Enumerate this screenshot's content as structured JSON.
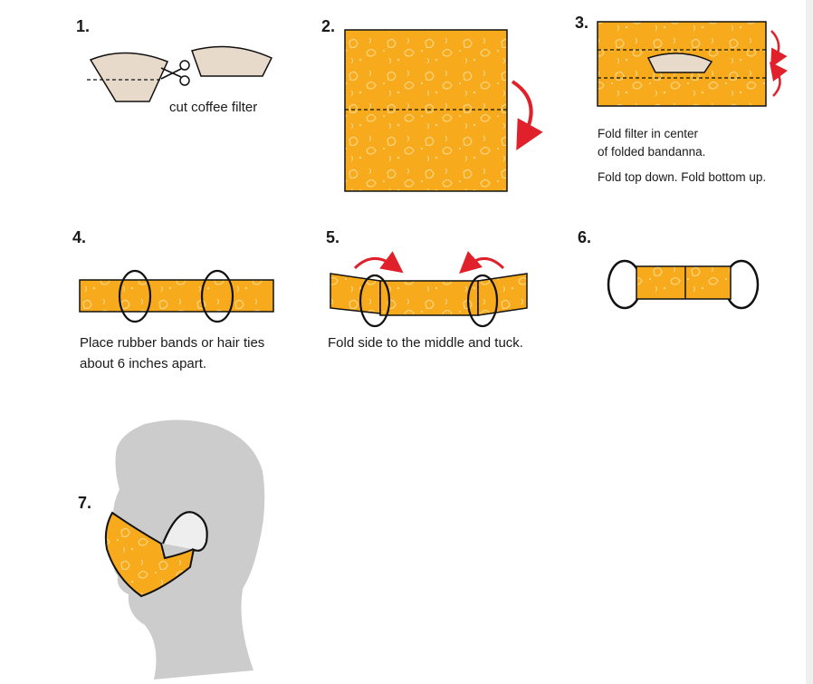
{
  "colors": {
    "fabric": "#f6aa1c",
    "fabric_pattern": "#fbd27a",
    "filter": "#e8dacb",
    "arrow": "#e0202a",
    "outline": "#111111",
    "silhouette": "#cccccc"
  },
  "steps": [
    {
      "number": "1.",
      "caption": "cut coffee filter",
      "icon": "scissors-icon"
    },
    {
      "number": "2.",
      "caption": ""
    },
    {
      "number": "3.",
      "caption_line1": "Fold filter in center",
      "caption_line2": "of folded bandanna.",
      "caption_line3": "Fold top down. Fold bottom up."
    },
    {
      "number": "4.",
      "caption_line1": "Place rubber bands or hair ties",
      "caption_line2": "about 6 inches apart."
    },
    {
      "number": "5.",
      "caption": "Fold side to the middle and tuck."
    },
    {
      "number": "6.",
      "caption": ""
    },
    {
      "number": "7.",
      "caption": ""
    }
  ]
}
